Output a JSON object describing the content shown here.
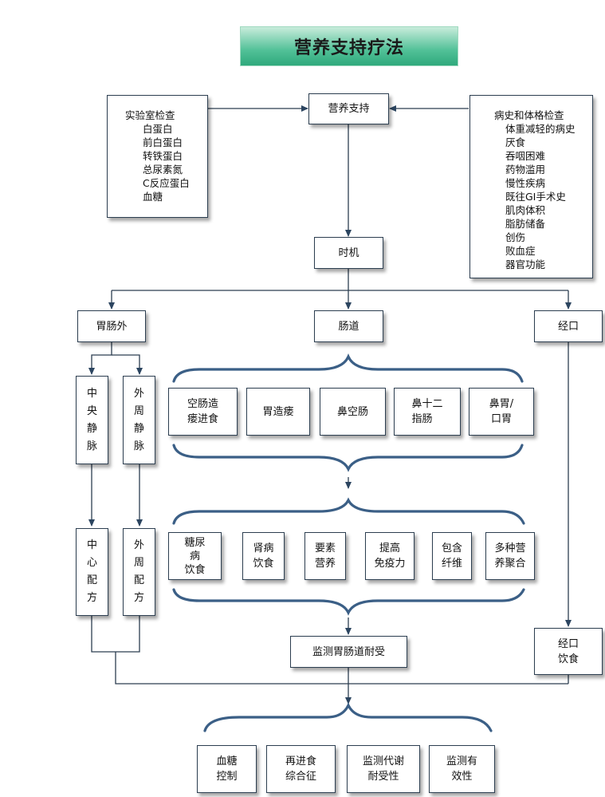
{
  "title": "营养支持疗法",
  "nodes": {
    "nutrition_support": "营养支持",
    "lab_tests": {
      "heading": "实验室检查",
      "items": [
        "白蛋白",
        "前白蛋白",
        "转铁蛋白",
        "总尿素氮",
        "C反应蛋白",
        "血糖"
      ]
    },
    "history_exam": {
      "heading": "病史和体格检查",
      "items": [
        "体重减轻的病史",
        "厌食",
        "吞咽困难",
        "药物滥用",
        "慢性疾病",
        "既往GI手术史",
        "肌肉体积",
        "脂肪储备",
        "创伤",
        "败血症",
        "器官功能"
      ]
    },
    "timing": "时机",
    "parenteral": "胃肠外",
    "enteral": "肠道",
    "oral": "经口",
    "central_vein": "中\n央\n静\n脉",
    "peripheral_vein": "外\n周\n静\n脉",
    "central_formula": "中\n心\n配\n方",
    "peripheral_formula": "外\n周\n配\n方",
    "oral_diet": "经口\n饮食",
    "monitor_gi": "监测胃肠道耐受"
  },
  "enteral_routes": [
    "空肠造\n瘘进食",
    "胃造瘘",
    "鼻空肠",
    "鼻十二\n指肠",
    "鼻胃/\n口胃"
  ],
  "formulas": [
    "糖尿\n病\n饮食",
    "肾病\n饮食",
    "要素\n营养",
    "提高\n免疫力",
    "包含\n纤维",
    "多种营\n养聚合"
  ],
  "monitoring": [
    "血糖\n控制",
    "再进食\n综合征",
    "监测代谢\n耐受性",
    "监测有\n效性"
  ],
  "colors": {
    "line": "#2c3e50",
    "brace": "#3b5f86",
    "title_bg": "#52c198"
  }
}
